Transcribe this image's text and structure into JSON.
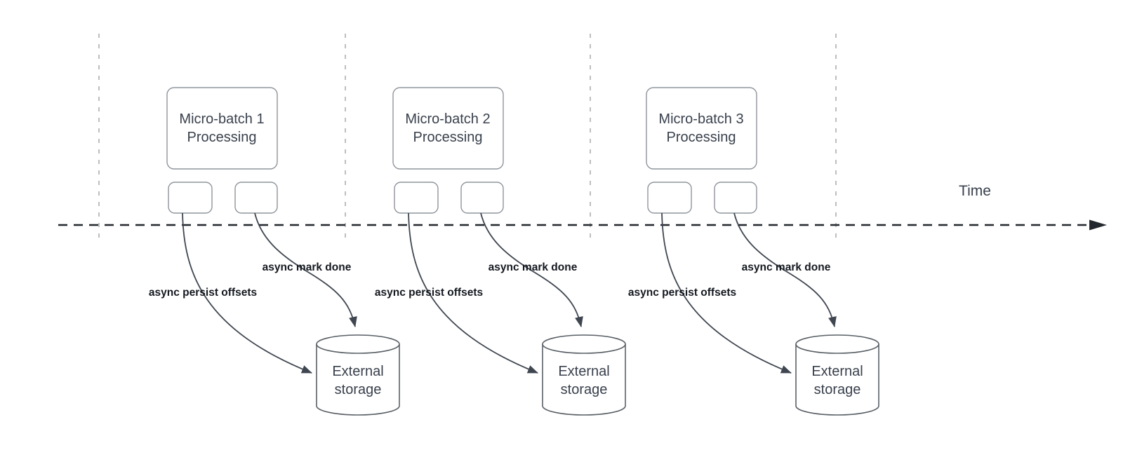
{
  "axis": {
    "label": "Time"
  },
  "groups": [
    {
      "box_line1": "Micro-batch 1",
      "box_line2": "Processing",
      "persist_label": "async persist offsets",
      "done_label": "async mark done",
      "storage_line1": "External",
      "storage_line2": "storage"
    },
    {
      "box_line1": "Micro-batch 2",
      "box_line2": "Processing",
      "persist_label": "async persist offsets",
      "done_label": "async mark done",
      "storage_line1": "External",
      "storage_line2": "storage"
    },
    {
      "box_line1": "Micro-batch 3",
      "box_line2": "Processing",
      "persist_label": "async persist offsets",
      "done_label": "async mark done",
      "storage_line1": "External",
      "storage_line2": "storage"
    }
  ],
  "colors": {
    "guide": "#b3b3b3",
    "axis": "#23272e",
    "shape-border": "#8f959c",
    "cylinder-border": "#596066",
    "curve": "#3f4650",
    "shape-text": "#39404c",
    "label-text": "#14181f"
  }
}
